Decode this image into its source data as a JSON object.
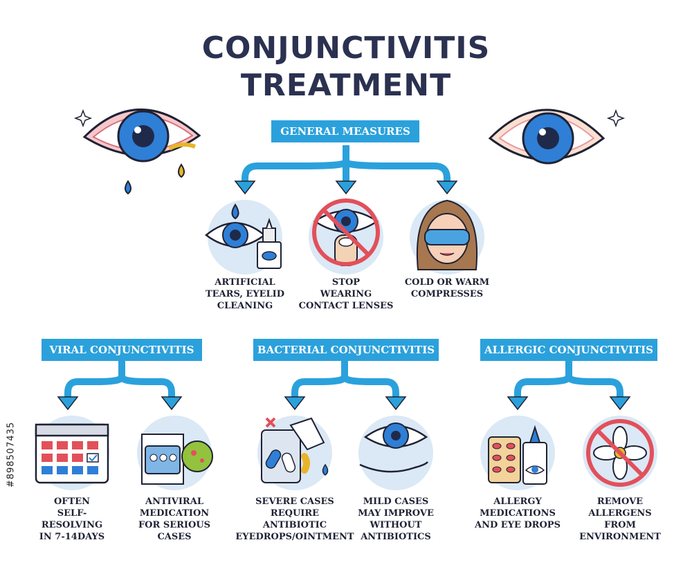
{
  "title": {
    "line1": "CONJUNCTIVITIS",
    "line2": "TREATMENT"
  },
  "headers": {
    "general": "GENERAL MEASURES",
    "viral": "VIRAL CONJUNCTIVITIS",
    "bacterial": "BACTERIAL CONJUNCTIVITIS",
    "allergic": "ALLERGIC CONJUNCTIVITIS"
  },
  "general_items": [
    {
      "lines": [
        "ARTIFICIAL",
        "TEARS, EYELID",
        "CLEANING"
      ]
    },
    {
      "lines": [
        "STOP",
        "WEARING",
        "CONTACT LENSES"
      ]
    },
    {
      "lines": [
        "COLD OR WARM",
        "COMPRESSES"
      ]
    }
  ],
  "viral_items": [
    {
      "lines": [
        "OFTEN",
        "SELF-RESOLVING",
        "IN 7-14DAYS"
      ]
    },
    {
      "lines": [
        "ANTIVIRAL",
        "MEDICATION",
        "FOR SERIOUS CASES"
      ]
    }
  ],
  "bacterial_items": [
    {
      "lines": [
        "SEVERE CASES",
        "REQUIRE",
        "ANTIBIOTIC",
        "EYEDROPS/OINTMENT"
      ]
    },
    {
      "lines": [
        "MILD CASES",
        "MAY IMPROVE",
        "WITHOUT",
        "ANTIBIOTICS"
      ]
    }
  ],
  "allergic_items": [
    {
      "lines": [
        "ALLERGY",
        "MEDICATIONS",
        "AND EYE DROPS"
      ]
    },
    {
      "lines": [
        "REMOVE",
        "ALLERGENS FROM",
        "ENVIRONMENT"
      ]
    }
  ],
  "stock_id": "#898507435",
  "colors": {
    "accent": "#2ba1dc",
    "title": "#2b3150",
    "circle": "#dbe8f5",
    "iris": "#2f7fd6",
    "red": "#e2505a"
  }
}
